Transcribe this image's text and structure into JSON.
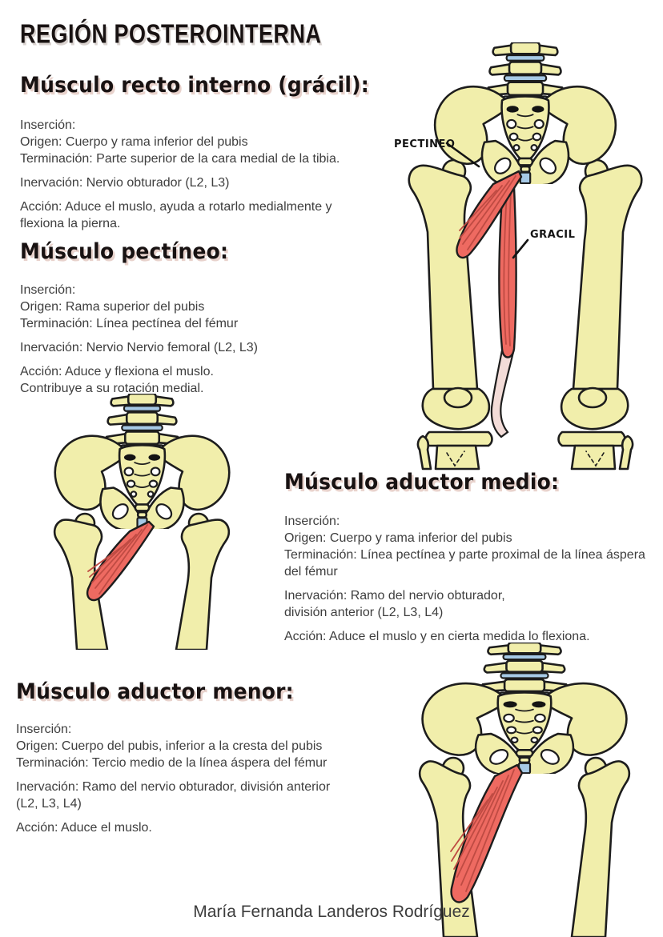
{
  "page": {
    "title": "REGIÓN POSTEROINTERNA",
    "footer": "María Fernanda Landeros Rodríguez",
    "colors": {
      "bone": "#f1eeab",
      "muscle": "#ee6a61",
      "muscle_stripe": "#bf4b43",
      "outline": "#1d1d1d",
      "disc_blue": "#a6c9e6",
      "tendon": "#f3dcd8",
      "heading_shadow": "#e8d2cc",
      "body_text": "#3e3e3e"
    }
  },
  "sections": [
    {
      "heading": "Músculo recto interno (grácil):",
      "insertion_lines": [
        "Inserción:",
        "Origen: Cuerpo y rama inferior del pubis",
        "Terminación: Parte superior de la cara medial de la tibia."
      ],
      "inervacion_lines": [
        "Inervación: Nervio obturador (L2, L3)"
      ],
      "accion_lines": [
        "Acción: Aduce el muslo, ayuda a rotarlo medialmente y",
        "flexiona la pierna."
      ]
    },
    {
      "heading": "Músculo pectíneo:",
      "insertion_lines": [
        "Inserción:",
        "Origen: Rama superior del pubis",
        "Terminación: Línea pectínea del fémur"
      ],
      "inervacion_lines": [
        "Inervación: Nervio Nervio femoral (L2, L3)"
      ],
      "accion_lines": [
        "Acción: Aduce y flexiona el muslo.",
        "Contribuye a su rotación medial."
      ]
    },
    {
      "heading": "Músculo aductor medio:",
      "insertion_lines": [
        "Inserción:",
        "Origen: Cuerpo y rama inferior del pubis",
        "Terminación: Línea pectínea y parte proximal de la línea áspera",
        "del fémur"
      ],
      "inervacion_lines": [
        "Inervación: Ramo del nervio obturador,",
        "división anterior (L2, L3, L4)"
      ],
      "accion_lines": [
        "Acción: Aduce el muslo y en cierta medida lo flexiona."
      ]
    },
    {
      "heading": "Músculo aductor menor:",
      "insertion_lines": [
        "Inserción:",
        "Origen: Cuerpo del pubis, inferior a la cresta del pubis",
        "Terminación: Tercio medio de la línea áspera del fémur"
      ],
      "inervacion_lines": [
        "Inervación: Ramo del nervio obturador, división anterior",
        "(L2, L3, L4)"
      ],
      "accion_lines": [
        "Acción: Aduce el muslo."
      ]
    }
  ],
  "figures": [
    {
      "name": "pelvis-con-pectineo-y-gracil",
      "labels": [
        {
          "text": "PECTINEO"
        },
        {
          "text": "GRACIL"
        }
      ]
    },
    {
      "name": "pelvis-con-aductor-medio",
      "labels": []
    },
    {
      "name": "pelvis-con-aductor-menor",
      "labels": []
    }
  ]
}
